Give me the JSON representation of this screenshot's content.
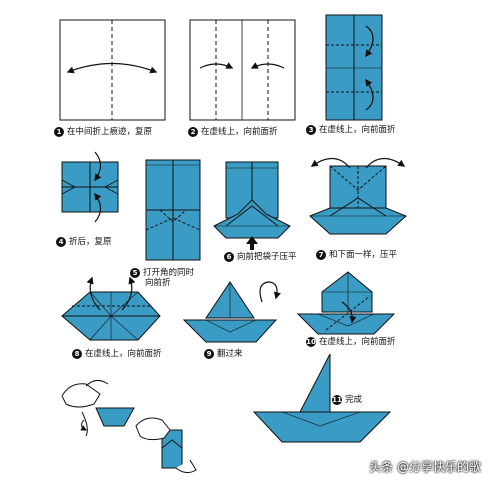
{
  "steps": [
    {
      "n": "1",
      "text": "在中间折上痕迹，复原"
    },
    {
      "n": "2",
      "text": "在虚线上，向前面折"
    },
    {
      "n": "3",
      "text": "在虚线上，向前面折"
    },
    {
      "n": "4",
      "text": "折后，复原"
    },
    {
      "n": "5",
      "text": "打开角的同时",
      "text2": "向前折"
    },
    {
      "n": "6",
      "text": "向前把袋子压平"
    },
    {
      "n": "7",
      "text": "和下面一样，压平"
    },
    {
      "n": "8",
      "text": "在虚线上，向前面折"
    },
    {
      "n": "9",
      "text": "翻过来"
    },
    {
      "n": "10",
      "text": "在虚线上，向前面折"
    },
    {
      "n": "11",
      "text": "完成"
    }
  ],
  "watermark": "头条 @分享快乐的歌",
  "colors": {
    "paper": "#3a9cc4",
    "paper_dark": "#2b7fa6",
    "line": "#111111"
  }
}
